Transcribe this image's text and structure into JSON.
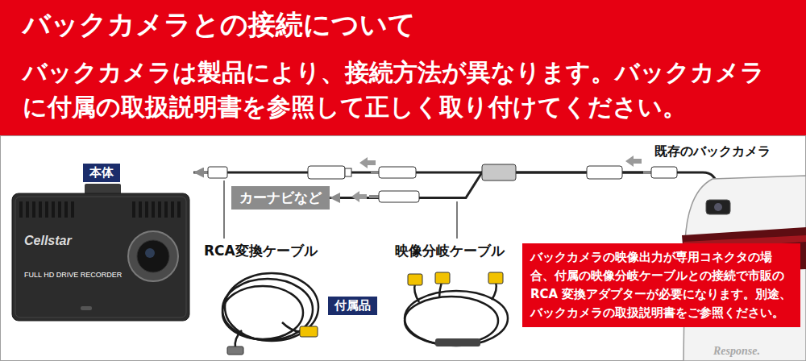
{
  "diagram": {
    "title": "バックカメラとの接続について",
    "nodes": [
      {
        "text": [
          "本体"
        ]
      },
      {
        "text": [
          "カーナビなど"
        ]
      },
      {
        "text": [
          "既存のバックカメラ"
        ]
      },
      {
        "text": [
          "付属品"
        ]
      },
      {
        "text": [
          "バックカメラの映像出力が専用コネクタの場合、付属の映像分岐ケーブルとの接続で市販の RCA 変換アダプターが必要になります。別途、バックカメラの取扱説明書をご参照ください。"
        ]
      }
    ],
    "edges": [
      {
        "from": 2,
        "to": 0,
        "arrow": "to"
      },
      {
        "from": 2,
        "to": 1,
        "arrow": "to"
      }
    ],
    "labels": [
      "バックカメラは製品により、接続方法が異なります。バックカメラに付属の取扱説明書を参照して正しく取り付けてください。",
      "RCA変換ケーブル",
      "映像分岐ケーブル",
      "Cellstar",
      "FULL HD DRIVE RECORDER",
      "Response."
    ]
  }
}
